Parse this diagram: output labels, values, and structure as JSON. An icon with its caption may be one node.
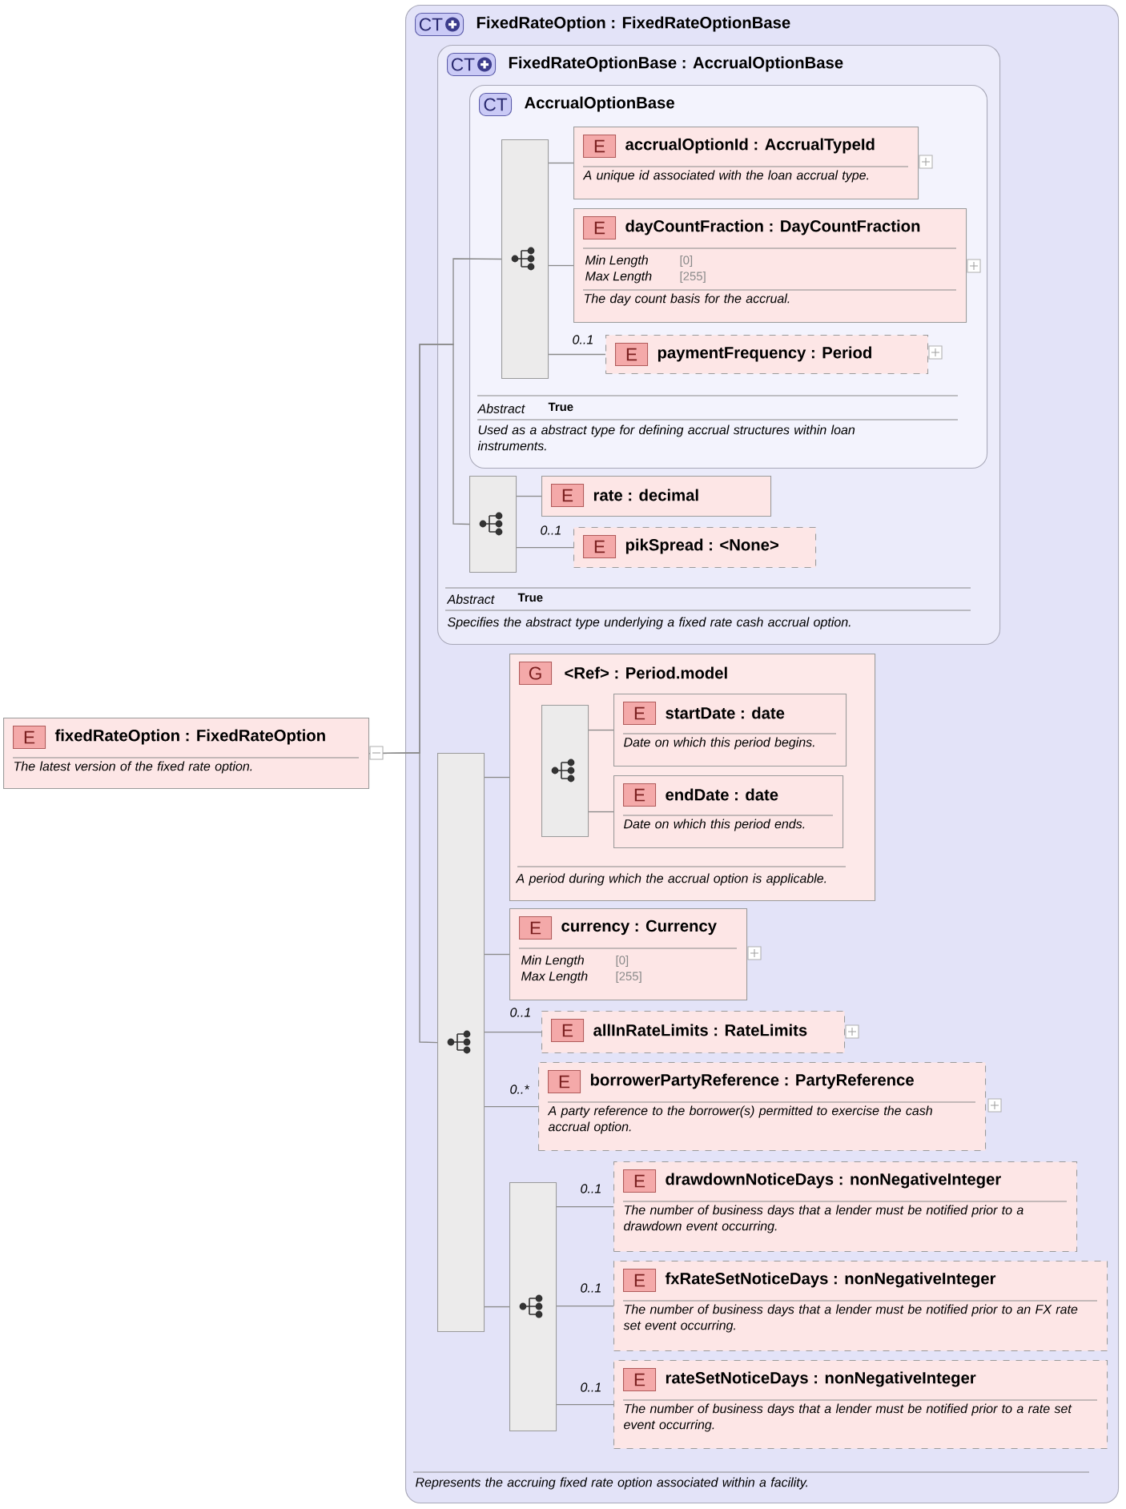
{
  "diagram": {
    "nodes": [
      {
        "text": [
          "E",
          "fixedRateOption : FixedRateOption",
          "The latest version of the fixed rate option."
        ]
      },
      {
        "text": [
          "CT",
          "FixedRateOption : FixedRateOptionBase",
          "Represents the accruing fixed rate option associated within a facility."
        ]
      },
      {
        "text": [
          "CT",
          "FixedRateOptionBase : AccrualOptionBase",
          "Abstract",
          "True",
          "Specifies the abstract type underlying a fixed rate cash accrual option."
        ],
        "in": 1
      },
      {
        "text": [
          "CT",
          "AccrualOptionBase",
          "Abstract",
          "True",
          "Used as a abstract type for defining accrual structures within loan instruments."
        ],
        "in": 2
      },
      {
        "text": [],
        "shape": "bar",
        "in": 3
      },
      {
        "text": [
          "E",
          "accrualOptionId : AccrualTypeId",
          "A unique id associated with the loan accrual type."
        ],
        "in": 3
      },
      {
        "text": [
          "E",
          "dayCountFraction : DayCountFraction",
          "Min Length",
          "[0]",
          "Max Length",
          "[255]",
          "The day count basis for the accrual."
        ],
        "in": 3
      },
      {
        "text": [
          "E",
          "paymentFrequency : Period"
        ],
        "beside": [
          "0..1"
        ],
        "in": 3
      },
      {
        "text": [],
        "shape": "bar",
        "in": 2
      },
      {
        "text": [
          "E",
          "rate : decimal"
        ],
        "in": 2
      },
      {
        "text": [
          "E",
          "pikSpread : <None>"
        ],
        "beside": [
          "0..1"
        ],
        "in": 2
      },
      {
        "text": [],
        "shape": "bar",
        "in": 1
      },
      {
        "text": [
          "G",
          "<Ref> : Period.model",
          "A period during which the accrual option is applicable."
        ],
        "in": 1
      },
      {
        "text": [],
        "shape": "bar",
        "in": 12
      },
      {
        "text": [
          "E",
          "startDate : date",
          "Date on which this period begins."
        ],
        "in": 12
      },
      {
        "text": [
          "E",
          "endDate : date",
          "Date on which this period ends."
        ],
        "in": 12
      },
      {
        "text": [
          "E",
          "currency : Currency",
          "Min Length",
          "[0]",
          "Max Length",
          "[255]"
        ],
        "in": 1
      },
      {
        "text": [
          "E",
          "allInRateLimits : RateLimits"
        ],
        "beside": [
          "0..1"
        ],
        "in": 1
      },
      {
        "text": [
          "E",
          "borrowerPartyReference : PartyReference",
          "A party reference to the borrower(s) permitted to exercise the cash accrual option."
        ],
        "beside": [
          "0..*"
        ],
        "in": 1
      },
      {
        "text": [],
        "shape": "bar",
        "in": 1
      },
      {
        "text": [
          "E",
          "drawdownNoticeDays : nonNegativeInteger",
          "The number of business days that a lender must be notified prior to a drawdown event occurring."
        ],
        "beside": [
          "0..1"
        ],
        "in": 1
      },
      {
        "text": [
          "E",
          "fxRateSetNoticeDays : nonNegativeInteger",
          "The number of business days that a lender must be notified prior to an FX rate set event occurring."
        ],
        "beside": [
          "0..1"
        ],
        "in": 1
      },
      {
        "text": [
          "E",
          "rateSetNoticeDays : nonNegativeInteger",
          "The number of business days that a lender must be notified prior to a rate set event occurring."
        ],
        "beside": [
          "0..1"
        ],
        "in": 1
      }
    ],
    "edges": [
      {
        "from": 0,
        "to": 4,
        "arrow": "none"
      },
      {
        "from": 0,
        "to": 8,
        "arrow": "none"
      },
      {
        "from": 0,
        "to": 11,
        "arrow": "none"
      },
      {
        "from": 4,
        "to": 5,
        "arrow": "none"
      },
      {
        "from": 4,
        "to": 6,
        "arrow": "none"
      },
      {
        "from": 4,
        "to": 7,
        "arrow": "none"
      },
      {
        "from": 8,
        "to": 9,
        "arrow": "none"
      },
      {
        "from": 8,
        "to": 10,
        "arrow": "none"
      },
      {
        "from": 11,
        "to": 12,
        "arrow": "none"
      },
      {
        "from": 11,
        "to": 16,
        "arrow": "none"
      },
      {
        "from": 11,
        "to": 17,
        "arrow": "none"
      },
      {
        "from": 11,
        "to": 18,
        "arrow": "none"
      },
      {
        "from": 11,
        "to": 19,
        "arrow": "none"
      },
      {
        "from": 13,
        "to": 14,
        "arrow": "none"
      },
      {
        "from": 13,
        "to": 15,
        "arrow": "none"
      },
      {
        "from": 19,
        "to": 20,
        "arrow": "none"
      },
      {
        "from": 19,
        "to": 21,
        "arrow": "none"
      },
      {
        "from": 19,
        "to": 22,
        "arrow": "none"
      }
    ]
  }
}
